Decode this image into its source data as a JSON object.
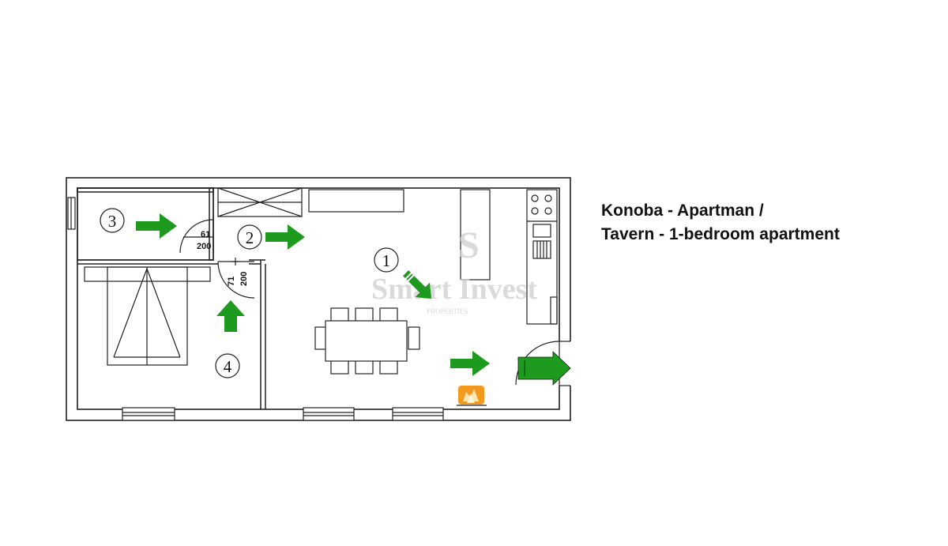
{
  "caption": {
    "line1": "Konoba - Apartman /",
    "line2": "Tavern - 1-bedroom apartment"
  },
  "rooms": [
    {
      "number": "1"
    },
    {
      "number": "2"
    },
    {
      "number": "3"
    },
    {
      "number": "4"
    }
  ],
  "doors": [
    {
      "width": "61",
      "height": "200"
    },
    {
      "width": "71",
      "height": "200"
    }
  ],
  "watermark": {
    "logo": "S",
    "brand": "Smart Invest",
    "sub": "PROPERTIES"
  },
  "colors": {
    "arrow": "#1e9a1e",
    "walls": "#222222",
    "fireplace": "#f39a1e"
  },
  "icons": [
    "green-arrow-icon",
    "fireplace-icon",
    "bed-icon",
    "entrance-arrow-icon"
  ]
}
